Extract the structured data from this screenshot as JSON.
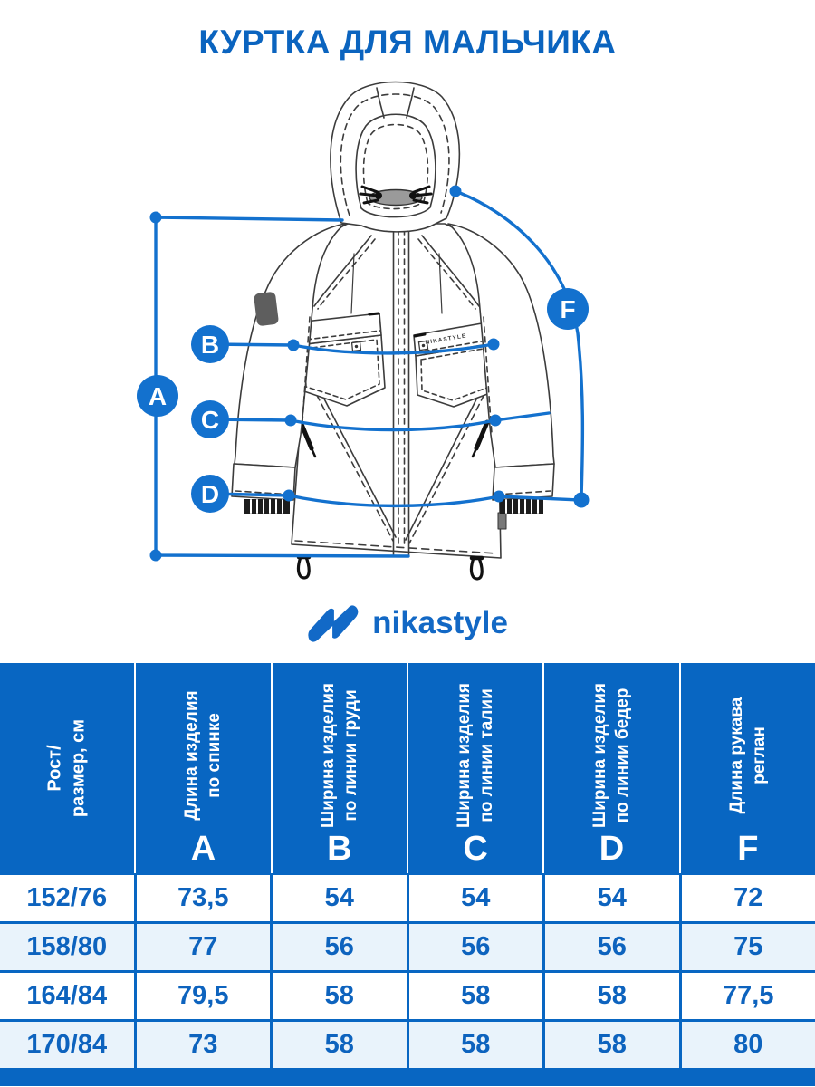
{
  "title": "КУРТКА ДЛЯ МАЛЬЧИКА",
  "logo": {
    "text": "nikastyle"
  },
  "diagram": {
    "garment_label": "NIKASTYLE",
    "markers": {
      "A": "A",
      "B": "B",
      "C": "C",
      "D": "D",
      "F": "F"
    }
  },
  "colors": {
    "primary_blue": "#0866C2",
    "measure_line_blue": "#1371CE",
    "text_blue": "#0D63BE",
    "row_alt": "#E9F3FB"
  },
  "table": {
    "size_header": "Рост/\nразмер, см",
    "columns": [
      {
        "letter": "A",
        "label": "Длина изделия\nпо спинке"
      },
      {
        "letter": "B",
        "label": "Ширина изделия\nпо линии груди"
      },
      {
        "letter": "C",
        "label": "Ширина изделия\nпо линии талии"
      },
      {
        "letter": "D",
        "label": "Ширина изделия\nпо линии бедер"
      },
      {
        "letter": "F",
        "label": "Длина рукава\nреглан"
      }
    ],
    "rows": [
      {
        "size": "152/76",
        "values": [
          "73,5",
          "54",
          "54",
          "54",
          "72"
        ]
      },
      {
        "size": "158/80",
        "values": [
          "77",
          "56",
          "56",
          "56",
          "75"
        ]
      },
      {
        "size": "164/84",
        "values": [
          "79,5",
          "58",
          "58",
          "58",
          "77,5"
        ]
      },
      {
        "size": "170/84",
        "values": [
          "73",
          "58",
          "58",
          "58",
          "80"
        ]
      }
    ]
  }
}
